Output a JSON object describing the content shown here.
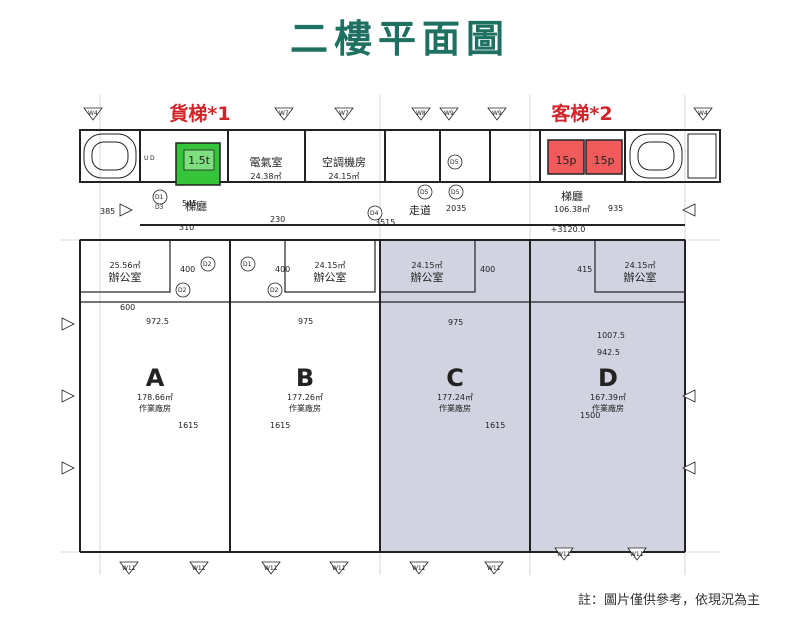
{
  "title": "二樓平面圖",
  "labels": {
    "freight_lift": "貨梯*1",
    "passenger_lift": "客梯*2",
    "freight_cap": "1.5t",
    "passenger_cap_1": "15p",
    "passenger_cap_2": "15p"
  },
  "rooms": {
    "electric": {
      "name": "電氣室",
      "area": "24.38㎡"
    },
    "aircon": {
      "name": "空調機房",
      "area": "24.15㎡"
    },
    "lobby_left": "梯廳",
    "corridor": "走道",
    "lobby_right": {
      "name": "梯廳",
      "area": "106.38㎡"
    },
    "elevation": "+3120.0",
    "office_a": {
      "area": "25.56㎡",
      "name": "辦公室"
    },
    "office_b": {
      "area": "24.15㎡",
      "name": "辦公室"
    },
    "office_c": {
      "area": "24.15㎡",
      "name": "辦公室"
    },
    "office_d": {
      "area": "24.15㎡",
      "name": "辦公室"
    }
  },
  "units": [
    {
      "letter": "A",
      "area": "178.66㎡",
      "use": "作業廠房"
    },
    {
      "letter": "B",
      "area": "177.26㎡",
      "use": "作業廠房"
    },
    {
      "letter": "C",
      "area": "177.24㎡",
      "use": "作業廠房"
    },
    {
      "letter": "D",
      "area": "167.39㎡",
      "use": "作業廠房"
    }
  ],
  "dimensions": [
    "545",
    "310",
    "230",
    "3515",
    "2035",
    "935",
    "385",
    "600",
    "972.5",
    "975",
    "975",
    "1007.5",
    "942.5",
    "400",
    "400",
    "400",
    "415",
    "1615",
    "1615",
    "1615",
    "1500"
  ],
  "door_tags": [
    "D1",
    "D2",
    "D3",
    "D4",
    "D5",
    "U",
    "D"
  ],
  "window_tags": [
    "W4",
    "W7",
    "W7",
    "W8",
    "W9",
    "W9",
    "W4",
    "W3",
    "W1",
    "W11"
  ],
  "note": "註：圖片僅供參考，依現況為主",
  "colors": {
    "title": "#1e7060",
    "freight": "#35c43a",
    "passenger": "#f05a5a",
    "shade": "#c9cbdb",
    "red_label": "#d0242a"
  }
}
